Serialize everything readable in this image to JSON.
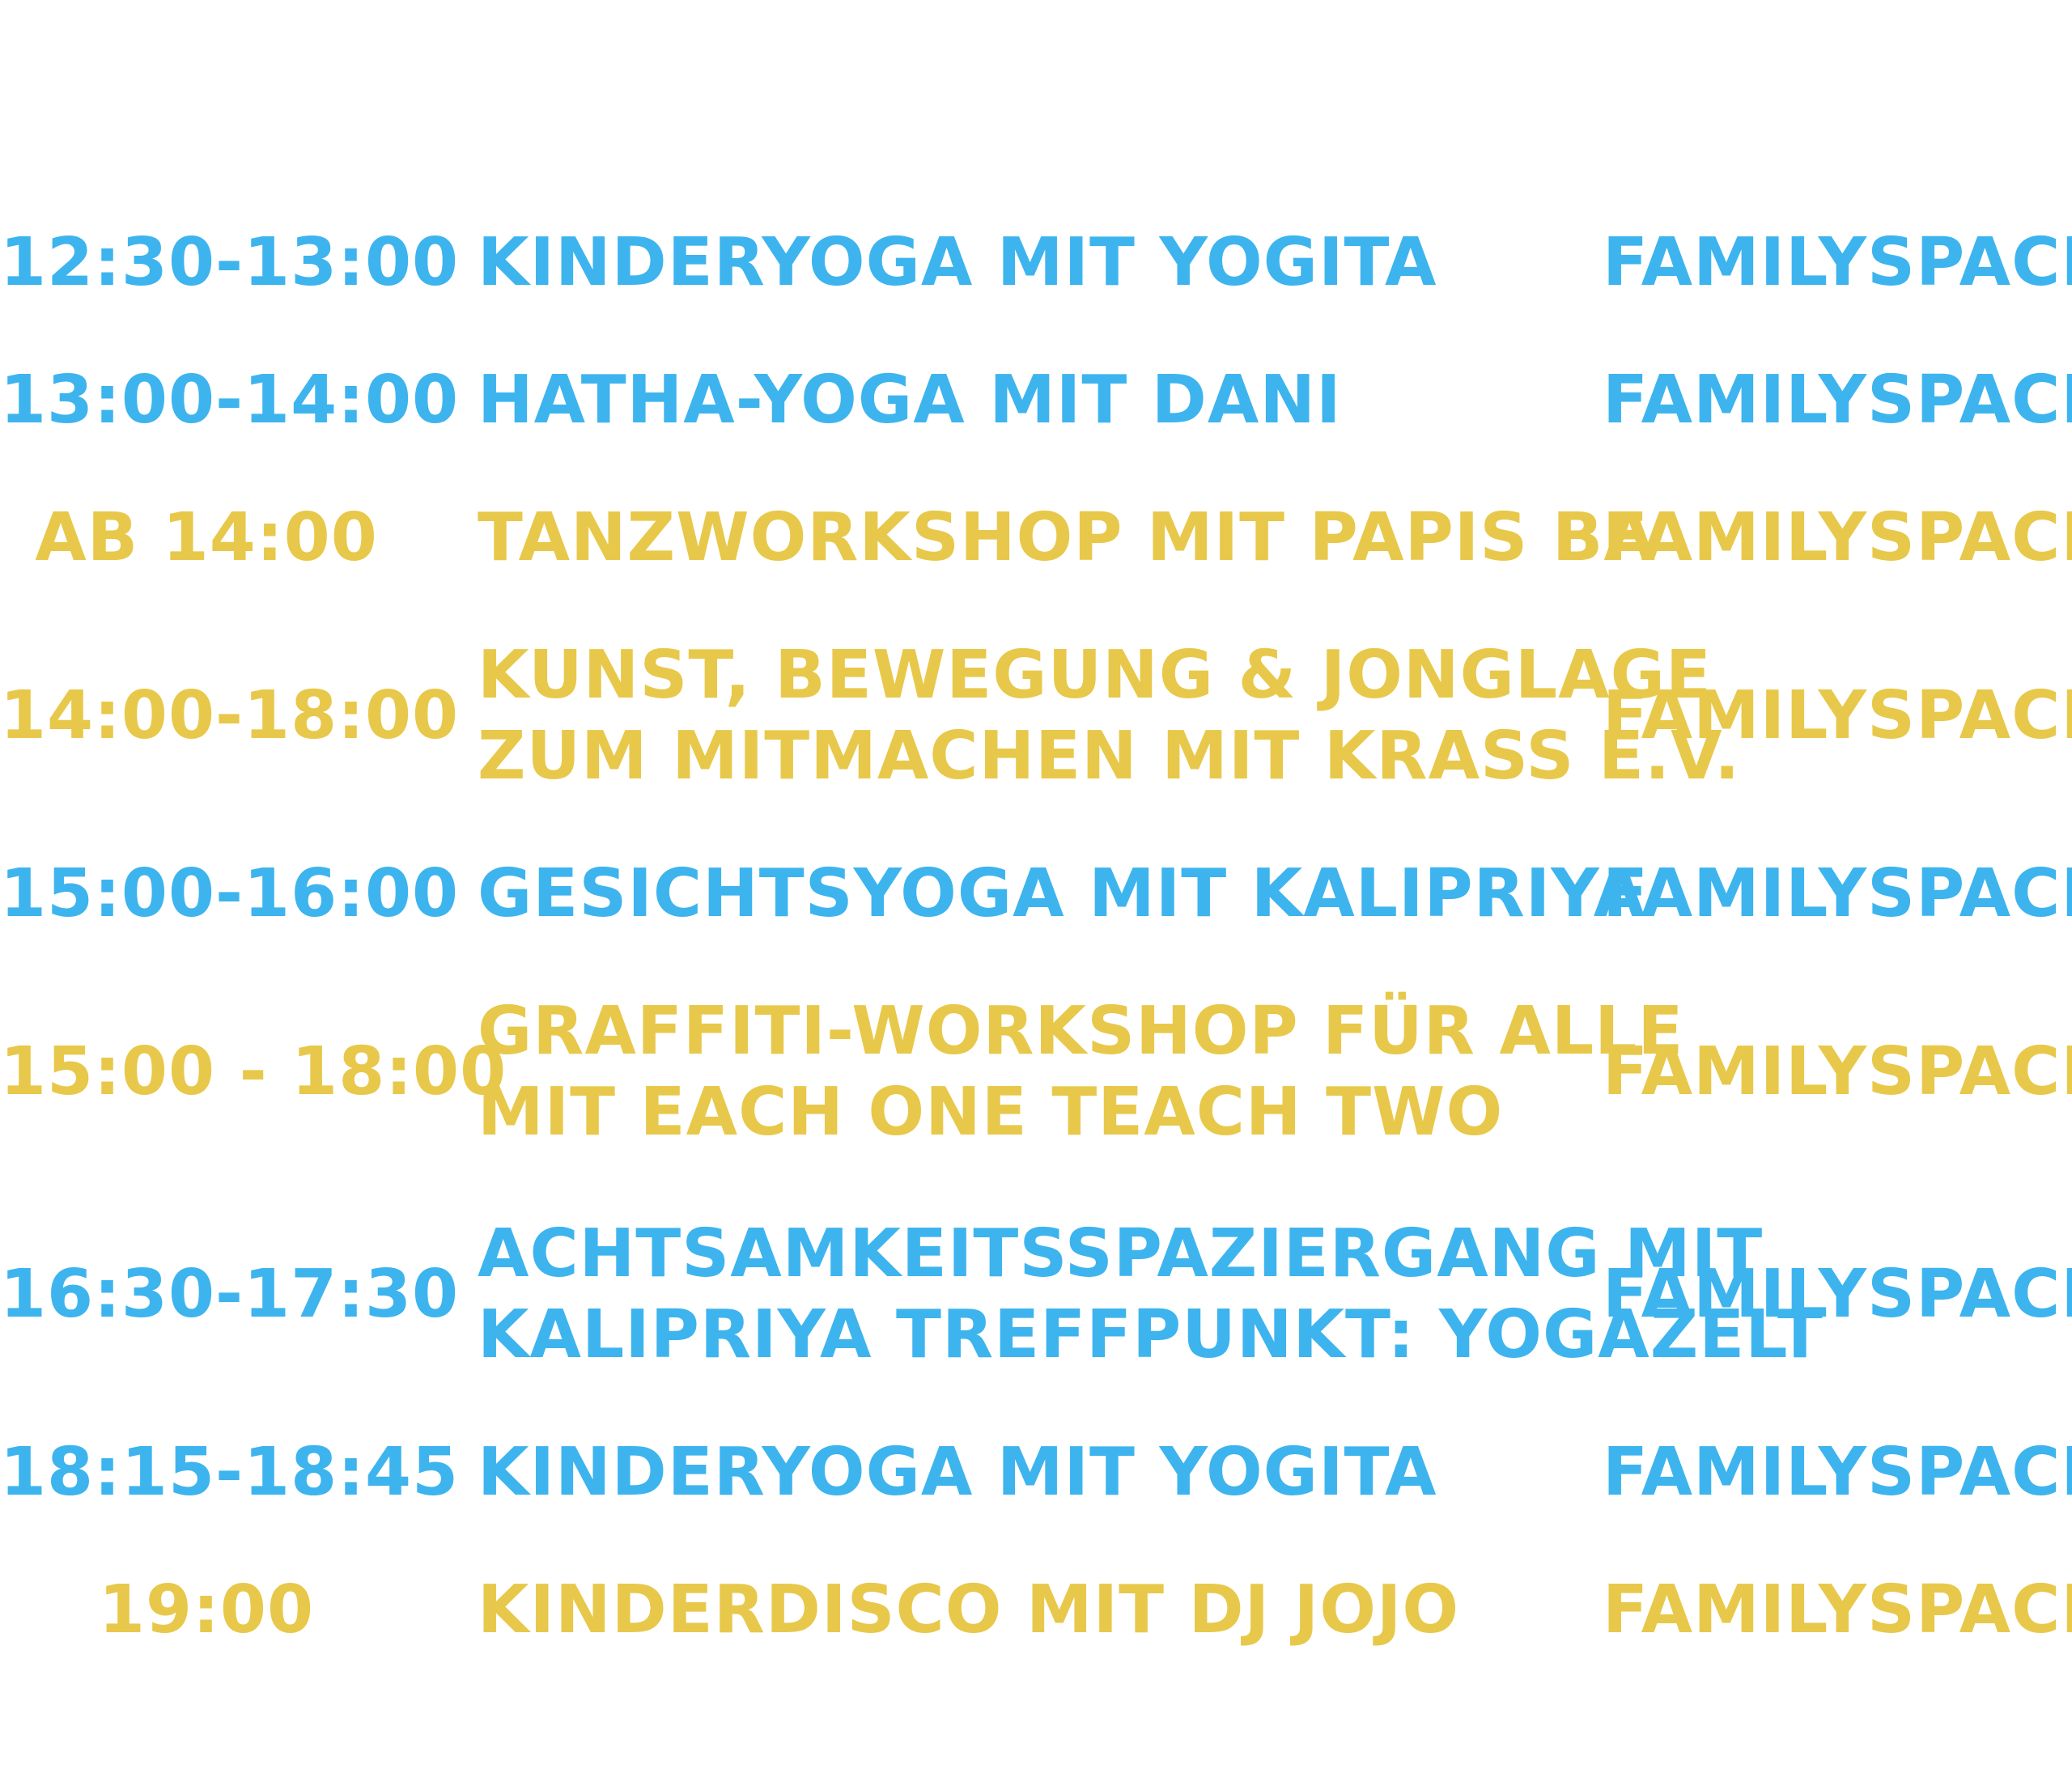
{
  "colors": {
    "blue": "#3db4ee",
    "yellow": "#e8c84a"
  },
  "rows": [
    {
      "time": "12:30-13:00",
      "event": [
        "KINDERYOGA MIT YOGITA"
      ],
      "location": "FAMILYSPACE",
      "color": "blue"
    },
    {
      "time": "13:00-14:00",
      "event": [
        "HATHA-YOGA MIT DANI"
      ],
      "location": "FAMILYSPACE",
      "color": "blue"
    },
    {
      "time": "AB 14:00",
      "event": [
        "TANZWORKSHOP MIT PAPIS BA"
      ],
      "location": "FAMILYSPACE",
      "color": "yellow"
    },
    {
      "time": "14:00-18:00",
      "event": [
        "KUNST, BEWEGUNG & JONGLAGE",
        "ZUM MITMACHEN MIT KRASS E.V."
      ],
      "location": "FAMILYSPACE",
      "color": "yellow"
    },
    {
      "time": "15:00-16:00",
      "event": [
        "GESICHTSYOGA MIT KALIPRIYA"
      ],
      "location": "FAMILYSPACE",
      "color": "blue"
    },
    {
      "time": "15:00 - 18:00",
      "event": [
        "GRAFFITI-WORKSHOP FÜR ALLE",
        "MIT EACH ONE TEACH TWO"
      ],
      "location": "FAMILYSPACE",
      "color": "yellow"
    },
    {
      "time": "16:30-17:30",
      "event": [
        "ACHTSAMKEITSSPAZIERGANG MIT",
        "KALIPRIYA  TREFFPUNKT: YOGAZELT"
      ],
      "location": "FAMILYSPACE",
      "color": "blue"
    },
    {
      "time": "18:15-18:45",
      "event": [
        "KINDERYOGA MIT YOGITA"
      ],
      "location": "FAMILYSPACE",
      "color": "blue"
    },
    {
      "time": "19:00",
      "event": [
        "KINDERDISCO MIT DJ JOJO"
      ],
      "location": "FAMILYSPACE",
      "color": "yellow"
    }
  ]
}
